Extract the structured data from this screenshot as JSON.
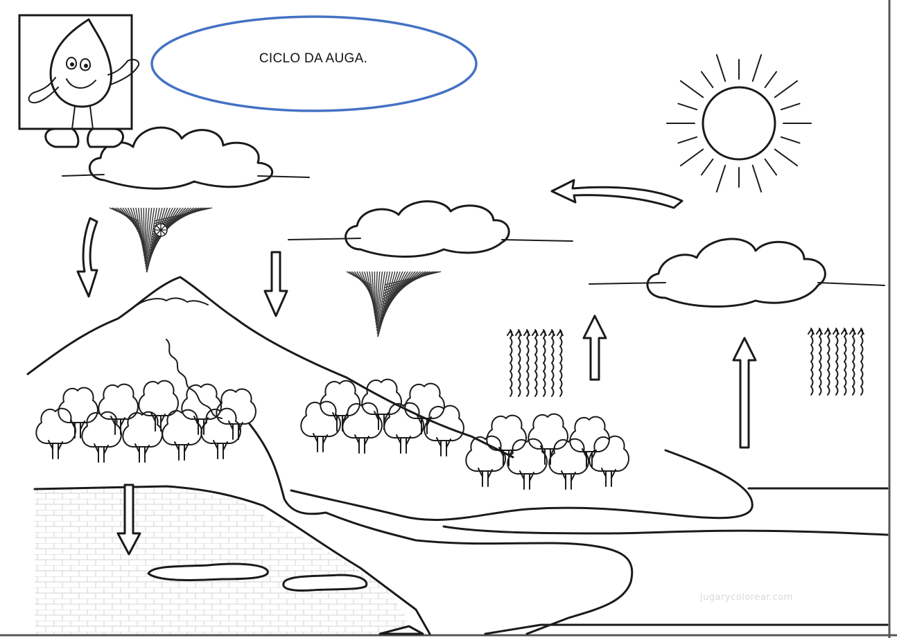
{
  "diagram": {
    "title": "CICLO DA AUGA.",
    "watermark": "jugarycolorear.com",
    "colors": {
      "title_ellipse_border": "#4472c4",
      "line_art": "#1a1a1a",
      "background": "#ffffff",
      "ground_texture": "#cfcfcf"
    },
    "icons": [
      "water-drop-mascot",
      "sun",
      "cloud",
      "rain",
      "snowflake",
      "mountain",
      "trees",
      "river",
      "lake",
      "arrow",
      "vapor-wave"
    ]
  }
}
